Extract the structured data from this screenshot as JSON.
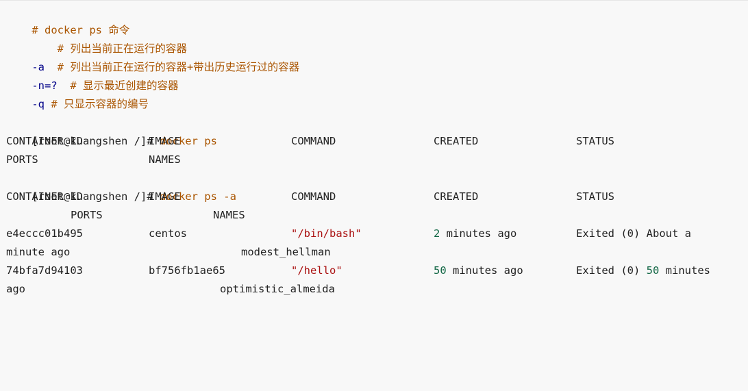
{
  "comments": {
    "header": "# docker ps 命令",
    "no_arg": "    # 列出当前正在运行的容器",
    "a_flag": "-a",
    "a_desc": "  # 列出当前正在运行的容器+带出历史运行过的容器",
    "n_flag": "-n=?",
    "n_desc": "  # 显示最近创建的容器",
    "q_flag": "-q",
    "q_desc": " # 只显示容器的编号"
  },
  "session1": {
    "prompt": "[root@kuangshen /]#",
    "command": " docker ps",
    "headers": [
      "CONTAINER ID",
      "IMAGE",
      "COMMAND",
      "CREATED",
      "STATUS"
    ],
    "headers_wrap": [
      "PORTS",
      "NAMES"
    ]
  },
  "session2": {
    "prompt": "[root@kuangshen /]#",
    "command": " docker ps -a",
    "headers": [
      "CONTAINER ID",
      "IMAGE",
      "COMMAND",
      "CREATED",
      "STATUS"
    ],
    "headers_wrap": [
      "PORTS",
      "NAMES"
    ],
    "rows": [
      {
        "container_id": "e4eccc01b495",
        "image": "centos",
        "command": "\"/bin/bash\"",
        "created_num": "2",
        "created_rest": " minutes ago",
        "status_pre": "Exited (0) About a",
        "status_wrap": "minute ago",
        "ports": "",
        "names": "modest_hellman"
      },
      {
        "container_id": "74bfa7d94103",
        "image": "bf756fb1ae65",
        "command": "\"/hello\"",
        "created_num": "50",
        "created_rest": " minutes ago",
        "status_pre": "Exited (0) ",
        "status_num": "50",
        "status_post": " minutes",
        "status_wrap": "ago",
        "ports": "",
        "names": "optimistic_almeida"
      }
    ]
  },
  "colors": {
    "background": "#f8f8f8",
    "comment": "#aa5500",
    "flag": "#000088",
    "string": "#aa1111",
    "number": "#116644"
  }
}
